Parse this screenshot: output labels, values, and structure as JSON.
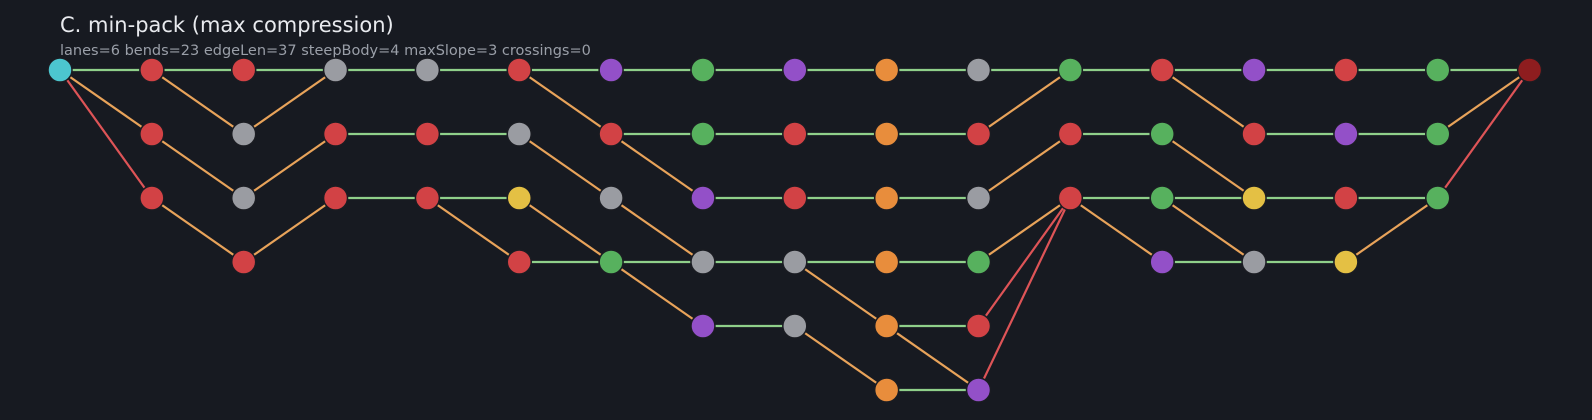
{
  "title": "C. min-pack (max compression)",
  "stats": "lanes=6  bends=23  edgeLen=37  steepBody=4  maxSlope=3  crossings=0",
  "palette": {
    "cyan": "#4cc6cf",
    "red": "#d24245",
    "gray": "#9a9ca2",
    "purple": "#9350c8",
    "green": "#57b15e",
    "orange": "#e88d3c",
    "yellow": "#e4c044",
    "darkred": "#8e1d1f"
  },
  "edge_colors": {
    "flat": "#8fd08a",
    "slope": "#e8a35a",
    "steep": "#de5457"
  },
  "nodes": [
    {
      "id": "n0",
      "col": 0,
      "lane": 0,
      "color": "cyan"
    },
    {
      "id": "n1",
      "col": 1,
      "lane": 0,
      "color": "red"
    },
    {
      "id": "n2",
      "col": 1,
      "lane": 1,
      "color": "red"
    },
    {
      "id": "n3",
      "col": 1,
      "lane": 2,
      "color": "red"
    },
    {
      "id": "n4",
      "col": 2,
      "lane": 0,
      "color": "red"
    },
    {
      "id": "n5",
      "col": 2,
      "lane": 1,
      "color": "gray"
    },
    {
      "id": "n6",
      "col": 2,
      "lane": 2,
      "color": "gray"
    },
    {
      "id": "n7",
      "col": 2,
      "lane": 3,
      "color": "red"
    },
    {
      "id": "n8",
      "col": 3,
      "lane": 0,
      "color": "gray"
    },
    {
      "id": "n9",
      "col": 3,
      "lane": 1,
      "color": "red"
    },
    {
      "id": "n10",
      "col": 3,
      "lane": 2,
      "color": "red"
    },
    {
      "id": "n11",
      "col": 4,
      "lane": 0,
      "color": "gray"
    },
    {
      "id": "n12",
      "col": 4,
      "lane": 1,
      "color": "red"
    },
    {
      "id": "n13",
      "col": 4,
      "lane": 2,
      "color": "red"
    },
    {
      "id": "n14",
      "col": 5,
      "lane": 0,
      "color": "red"
    },
    {
      "id": "n15",
      "col": 5,
      "lane": 1,
      "color": "gray"
    },
    {
      "id": "n16",
      "col": 5,
      "lane": 2,
      "color": "yellow"
    },
    {
      "id": "n17",
      "col": 5,
      "lane": 3,
      "color": "red"
    },
    {
      "id": "n18",
      "col": 6,
      "lane": 0,
      "color": "purple"
    },
    {
      "id": "n19",
      "col": 6,
      "lane": 1,
      "color": "red"
    },
    {
      "id": "n20",
      "col": 6,
      "lane": 2,
      "color": "gray"
    },
    {
      "id": "n21",
      "col": 6,
      "lane": 3,
      "color": "green"
    },
    {
      "id": "n22",
      "col": 7,
      "lane": 0,
      "color": "green"
    },
    {
      "id": "n23",
      "col": 7,
      "lane": 1,
      "color": "green"
    },
    {
      "id": "n24",
      "col": 7,
      "lane": 2,
      "color": "purple"
    },
    {
      "id": "n25",
      "col": 7,
      "lane": 3,
      "color": "gray"
    },
    {
      "id": "n26",
      "col": 7,
      "lane": 4,
      "color": "purple"
    },
    {
      "id": "n27",
      "col": 8,
      "lane": 0,
      "color": "purple"
    },
    {
      "id": "n28",
      "col": 8,
      "lane": 1,
      "color": "red"
    },
    {
      "id": "n29",
      "col": 8,
      "lane": 2,
      "color": "red"
    },
    {
      "id": "n30",
      "col": 8,
      "lane": 3,
      "color": "gray"
    },
    {
      "id": "n31",
      "col": 8,
      "lane": 4,
      "color": "gray"
    },
    {
      "id": "n32",
      "col": 9,
      "lane": 0,
      "color": "orange"
    },
    {
      "id": "n33",
      "col": 9,
      "lane": 1,
      "color": "orange"
    },
    {
      "id": "n34",
      "col": 9,
      "lane": 2,
      "color": "orange"
    },
    {
      "id": "n35",
      "col": 9,
      "lane": 3,
      "color": "orange"
    },
    {
      "id": "n36",
      "col": 9,
      "lane": 4,
      "color": "orange"
    },
    {
      "id": "n37",
      "col": 9,
      "lane": 5,
      "color": "orange"
    },
    {
      "id": "n38",
      "col": 10,
      "lane": 0,
      "color": "gray"
    },
    {
      "id": "n39",
      "col": 10,
      "lane": 1,
      "color": "red"
    },
    {
      "id": "n40",
      "col": 10,
      "lane": 2,
      "color": "gray"
    },
    {
      "id": "n41",
      "col": 10,
      "lane": 3,
      "color": "green"
    },
    {
      "id": "n42",
      "col": 10,
      "lane": 4,
      "color": "red"
    },
    {
      "id": "n43",
      "col": 10,
      "lane": 5,
      "color": "purple"
    },
    {
      "id": "n44",
      "col": 11,
      "lane": 0,
      "color": "green"
    },
    {
      "id": "n45",
      "col": 11,
      "lane": 1,
      "color": "red"
    },
    {
      "id": "n46",
      "col": 11,
      "lane": 2,
      "color": "red"
    },
    {
      "id": "n47",
      "col": 12,
      "lane": 0,
      "color": "red"
    },
    {
      "id": "n48",
      "col": 12,
      "lane": 1,
      "color": "green"
    },
    {
      "id": "n49",
      "col": 12,
      "lane": 2,
      "color": "green"
    },
    {
      "id": "n50",
      "col": 12,
      "lane": 3,
      "color": "purple"
    },
    {
      "id": "n51",
      "col": 13,
      "lane": 0,
      "color": "purple"
    },
    {
      "id": "n52",
      "col": 13,
      "lane": 1,
      "color": "red"
    },
    {
      "id": "n53",
      "col": 13,
      "lane": 2,
      "color": "yellow"
    },
    {
      "id": "n54",
      "col": 13,
      "lane": 3,
      "color": "gray"
    },
    {
      "id": "n55",
      "col": 14,
      "lane": 0,
      "color": "red"
    },
    {
      "id": "n56",
      "col": 14,
      "lane": 1,
      "color": "purple"
    },
    {
      "id": "n57",
      "col": 14,
      "lane": 2,
      "color": "red"
    },
    {
      "id": "n58",
      "col": 14,
      "lane": 3,
      "color": "yellow"
    },
    {
      "id": "n59",
      "col": 15,
      "lane": 0,
      "color": "green"
    },
    {
      "id": "n60",
      "col": 15,
      "lane": 1,
      "color": "green"
    },
    {
      "id": "n61",
      "col": 15,
      "lane": 2,
      "color": "green"
    },
    {
      "id": "n62",
      "col": 16,
      "lane": 0,
      "color": "darkred"
    }
  ],
  "edges": [
    [
      "n0",
      "n1"
    ],
    [
      "n0",
      "n2"
    ],
    [
      "n0",
      "n3"
    ],
    [
      "n1",
      "n4"
    ],
    [
      "n1",
      "n5"
    ],
    [
      "n2",
      "n6"
    ],
    [
      "n3",
      "n7"
    ],
    [
      "n4",
      "n8"
    ],
    [
      "n5",
      "n8"
    ],
    [
      "n6",
      "n9"
    ],
    [
      "n7",
      "n10"
    ],
    [
      "n8",
      "n11"
    ],
    [
      "n9",
      "n12"
    ],
    [
      "n10",
      "n13"
    ],
    [
      "n11",
      "n14"
    ],
    [
      "n12",
      "n15"
    ],
    [
      "n13",
      "n16"
    ],
    [
      "n13",
      "n17"
    ],
    [
      "n14",
      "n18"
    ],
    [
      "n14",
      "n19"
    ],
    [
      "n15",
      "n20"
    ],
    [
      "n16",
      "n21"
    ],
    [
      "n17",
      "n21"
    ],
    [
      "n18",
      "n22"
    ],
    [
      "n19",
      "n23"
    ],
    [
      "n19",
      "n24"
    ],
    [
      "n20",
      "n25"
    ],
    [
      "n21",
      "n25"
    ],
    [
      "n21",
      "n26"
    ],
    [
      "n22",
      "n27"
    ],
    [
      "n23",
      "n28"
    ],
    [
      "n24",
      "n29"
    ],
    [
      "n25",
      "n30"
    ],
    [
      "n26",
      "n31"
    ],
    [
      "n27",
      "n32"
    ],
    [
      "n28",
      "n33"
    ],
    [
      "n29",
      "n34"
    ],
    [
      "n30",
      "n35"
    ],
    [
      "n30",
      "n36"
    ],
    [
      "n31",
      "n37"
    ],
    [
      "n32",
      "n38"
    ],
    [
      "n33",
      "n39"
    ],
    [
      "n34",
      "n40"
    ],
    [
      "n35",
      "n41"
    ],
    [
      "n36",
      "n42"
    ],
    [
      "n36",
      "n43"
    ],
    [
      "n37",
      "n43"
    ],
    [
      "n38",
      "n44"
    ],
    [
      "n39",
      "n44"
    ],
    [
      "n40",
      "n45"
    ],
    [
      "n41",
      "n46"
    ],
    [
      "n42",
      "n46"
    ],
    [
      "n43",
      "n46"
    ],
    [
      "n44",
      "n47"
    ],
    [
      "n45",
      "n48"
    ],
    [
      "n46",
      "n49"
    ],
    [
      "n46",
      "n50"
    ],
    [
      "n47",
      "n51"
    ],
    [
      "n47",
      "n52"
    ],
    [
      "n48",
      "n53"
    ],
    [
      "n49",
      "n53"
    ],
    [
      "n49",
      "n54"
    ],
    [
      "n50",
      "n54"
    ],
    [
      "n51",
      "n55"
    ],
    [
      "n52",
      "n56"
    ],
    [
      "n53",
      "n57"
    ],
    [
      "n54",
      "n58"
    ],
    [
      "n55",
      "n59"
    ],
    [
      "n56",
      "n60"
    ],
    [
      "n57",
      "n61"
    ],
    [
      "n58",
      "n61"
    ],
    [
      "n59",
      "n62"
    ],
    [
      "n60",
      "n62"
    ],
    [
      "n61",
      "n62"
    ]
  ]
}
